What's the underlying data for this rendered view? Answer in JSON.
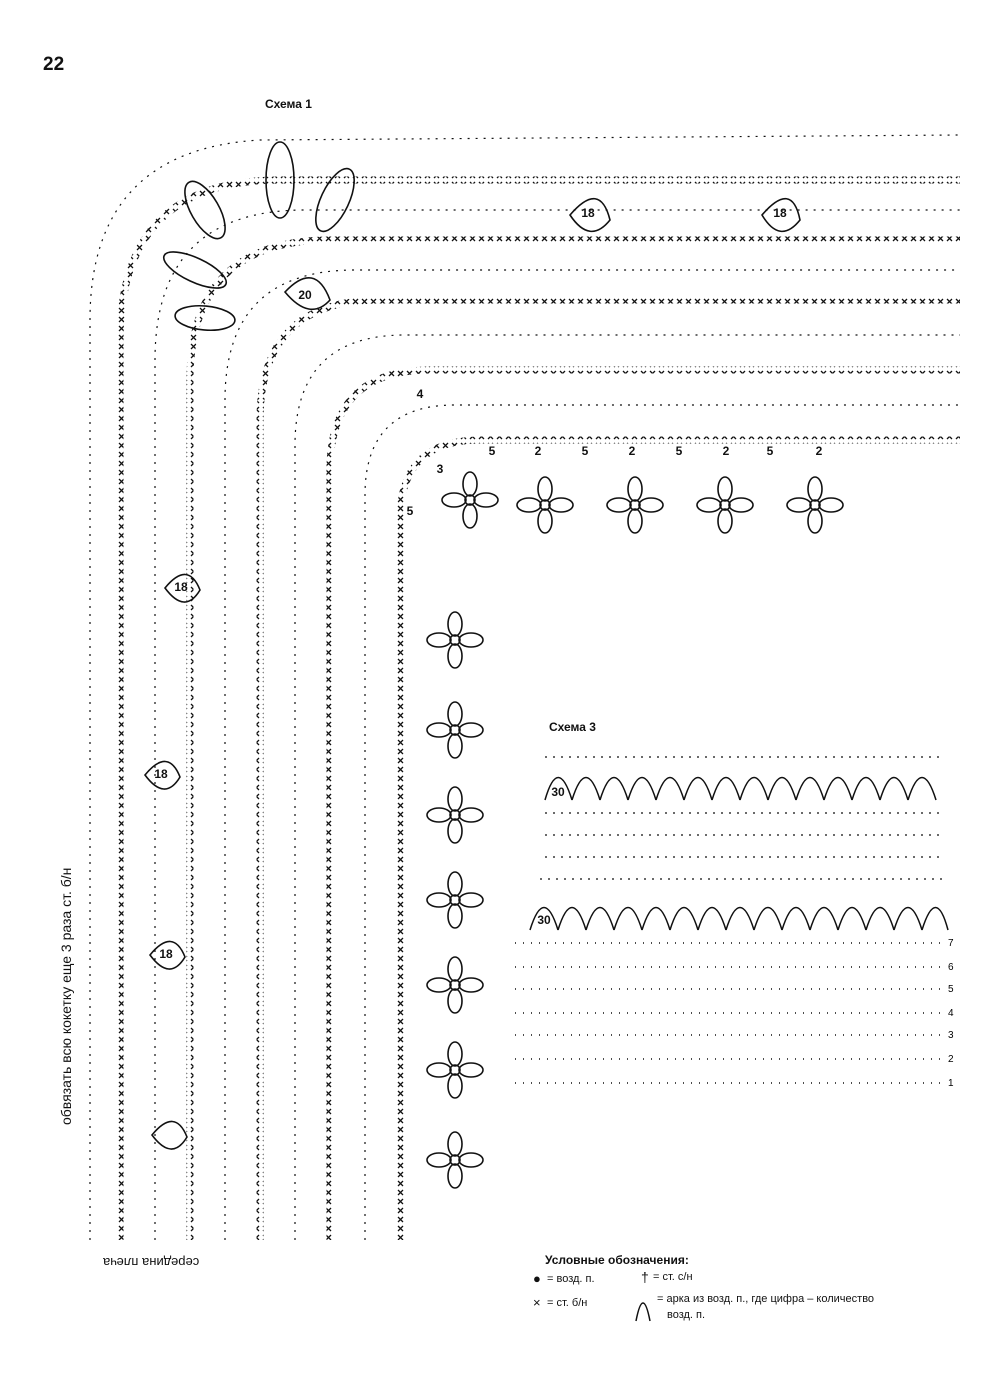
{
  "page": {
    "number": "22"
  },
  "scheme1": {
    "title": "Схема 1",
    "side_note": "обвязать всю кокетку еще 3 раза ст. б/н",
    "shoulder_label": "середина плеча",
    "petal_labels": [
      "20",
      "18",
      "18",
      "18",
      "18",
      "18"
    ],
    "arch_labels": [
      "5",
      "2",
      "5",
      "2",
      "5",
      "2",
      "5",
      "2",
      "3",
      "4",
      "5"
    ]
  },
  "scheme3": {
    "title": "Схема 3",
    "arch_count_top": "30",
    "arch_count_bottom": "30",
    "row_numbers": [
      "7",
      "6",
      "5",
      "4",
      "3",
      "2",
      "1"
    ]
  },
  "legend": {
    "title": "Условные обозначения:",
    "items": [
      {
        "symbol": "●",
        "text": "= возд. п."
      },
      {
        "symbol": "†",
        "text": "= ст. с/н"
      },
      {
        "symbol": "×",
        "text": "= ст. б/н"
      },
      {
        "symbol": "arch",
        "text": "= арка из возд. п., где цифра – количество"
      },
      {
        "symbol": "",
        "text": "возд. п."
      }
    ]
  }
}
